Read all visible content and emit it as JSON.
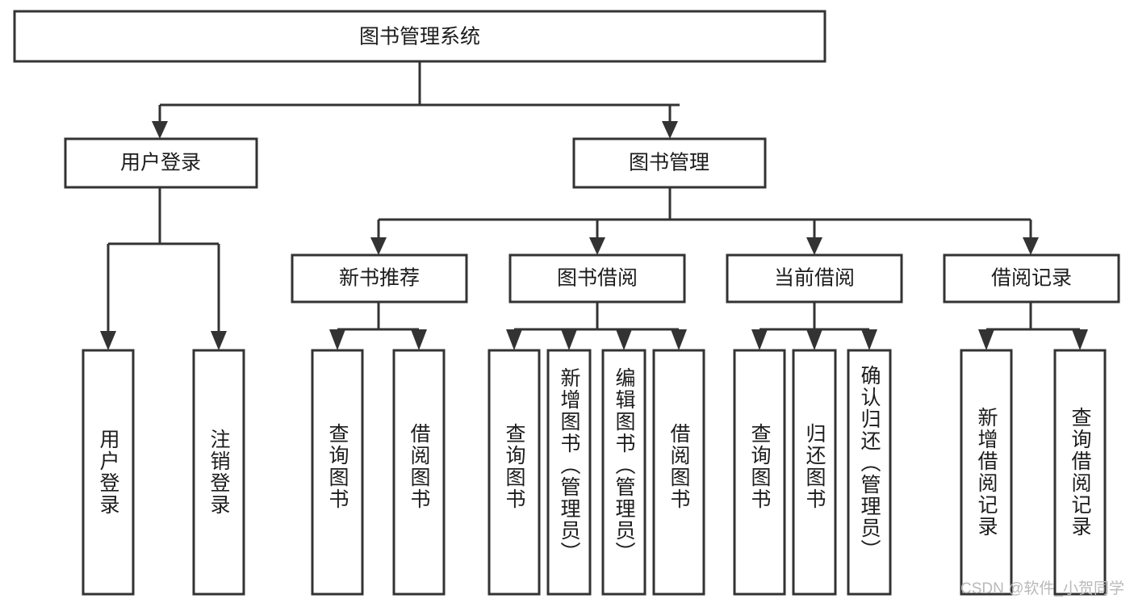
{
  "diagram": {
    "type": "hierarchy-tree",
    "title": "图书管理系统",
    "watermark": "CSDN @软件_小贺同学",
    "colors": {
      "stroke": "#333333",
      "fill": "#ffffff",
      "text": "#1c1c1c",
      "watermark": "#b9b9b9"
    },
    "levels": {
      "level1": [
        {
          "id": "root",
          "label": "图书管理系统",
          "orientation": "horizontal"
        }
      ],
      "level2": [
        {
          "id": "user-login",
          "label": "用户登录",
          "orientation": "horizontal",
          "parent": "root"
        },
        {
          "id": "book-admin",
          "label": "图书管理",
          "orientation": "horizontal",
          "parent": "root"
        }
      ],
      "level3": [
        {
          "id": "new-book-rec",
          "label": "新书推荐",
          "orientation": "horizontal",
          "parent": "book-admin"
        },
        {
          "id": "book-borrow",
          "label": "图书借阅",
          "orientation": "horizontal",
          "parent": "book-admin"
        },
        {
          "id": "current-borrow",
          "label": "当前借阅",
          "orientation": "horizontal",
          "parent": "book-admin"
        },
        {
          "id": "borrow-record",
          "label": "借阅记录",
          "orientation": "horizontal",
          "parent": "book-admin"
        }
      ],
      "level4": [
        {
          "id": "leaf-user-login",
          "label": "用户登录",
          "orientation": "vertical",
          "parent": "user-login"
        },
        {
          "id": "leaf-logout",
          "label": "注销登录",
          "orientation": "vertical",
          "parent": "user-login"
        },
        {
          "id": "leaf-query-book-1",
          "label": "查询图书",
          "orientation": "vertical",
          "parent": "new-book-rec"
        },
        {
          "id": "leaf-borrow-book-1",
          "label": "借阅图书",
          "orientation": "vertical",
          "parent": "new-book-rec"
        },
        {
          "id": "leaf-query-book-2",
          "label": "查询图书",
          "orientation": "vertical",
          "parent": "book-borrow"
        },
        {
          "id": "leaf-add-book",
          "label": "新增图书（管理员）",
          "orientation": "vertical",
          "parent": "book-borrow"
        },
        {
          "id": "leaf-edit-book",
          "label": "编辑图书（管理员）",
          "orientation": "vertical",
          "parent": "book-borrow"
        },
        {
          "id": "leaf-borrow-book-2",
          "label": "借阅图书",
          "orientation": "vertical",
          "parent": "book-borrow"
        },
        {
          "id": "leaf-query-book-3",
          "label": "查询图书",
          "orientation": "vertical",
          "parent": "current-borrow"
        },
        {
          "id": "leaf-return-book",
          "label": "归还图书",
          "orientation": "vertical",
          "parent": "current-borrow"
        },
        {
          "id": "leaf-confirm-return",
          "label": "确认归还（管理员）",
          "orientation": "vertical",
          "parent": "current-borrow"
        },
        {
          "id": "leaf-add-record",
          "label": "新增借阅记录",
          "orientation": "vertical",
          "parent": "borrow-record"
        },
        {
          "id": "leaf-query-record",
          "label": "查询借阅记录",
          "orientation": "vertical",
          "parent": "borrow-record"
        }
      ]
    }
  }
}
